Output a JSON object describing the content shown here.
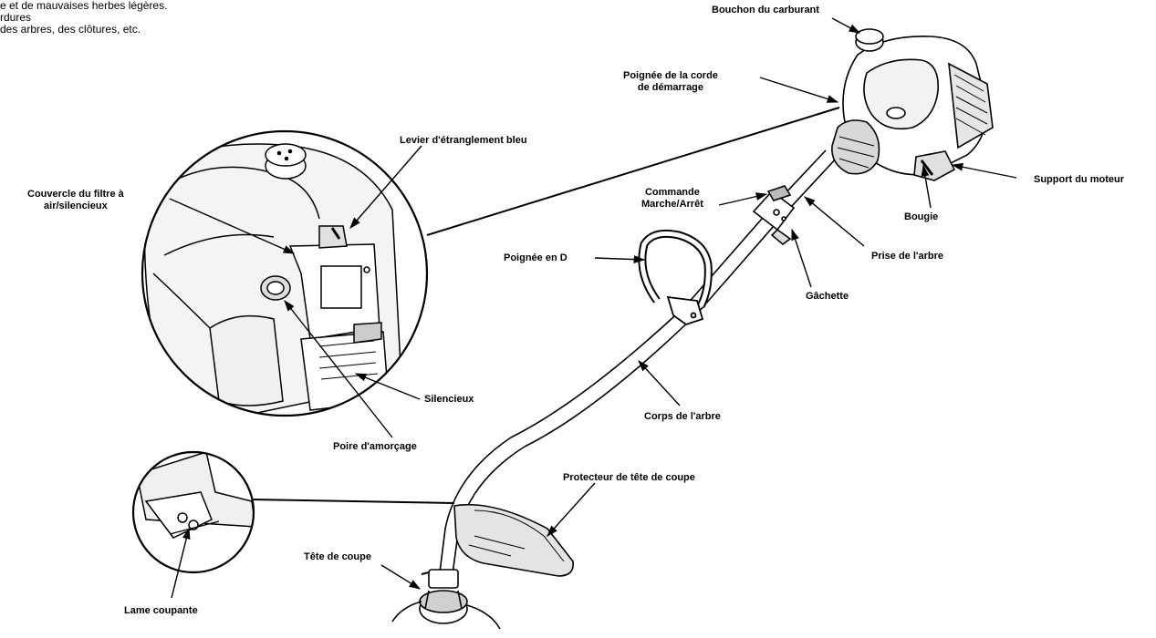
{
  "intro_lines": [
    "e et de mauvaises herbes légères.",
    "rdures",
    " des arbres, des clôtures, etc."
  ],
  "labels": {
    "fuel_cap": "Bouchon du carburant",
    "starter_handle": [
      "Poignée de la corde",
      "de démarrage"
    ],
    "choke_lever": "Levier d'étranglement bleu",
    "air_filter_cover": [
      "Couvercle du filtre à",
      "air/silencieux"
    ],
    "on_off_control": [
      "Commande",
      "Marche/Arrêt"
    ],
    "engine_mount": "Support du moteur",
    "spark_plug": "Bougie",
    "shaft_grip": "Prise de l'arbre",
    "d_handle": "Poignée en D",
    "trigger": "Gâchette",
    "muffler": "Silencieux",
    "shaft_body": "Corps de l'arbre",
    "primer_bulb": "Poire d'amorçage",
    "cutting_head_guard": "Protecteur de tête de coupe",
    "cutting_head": "Tête de coupe",
    "cutting_blade": "Lame coupante"
  }
}
